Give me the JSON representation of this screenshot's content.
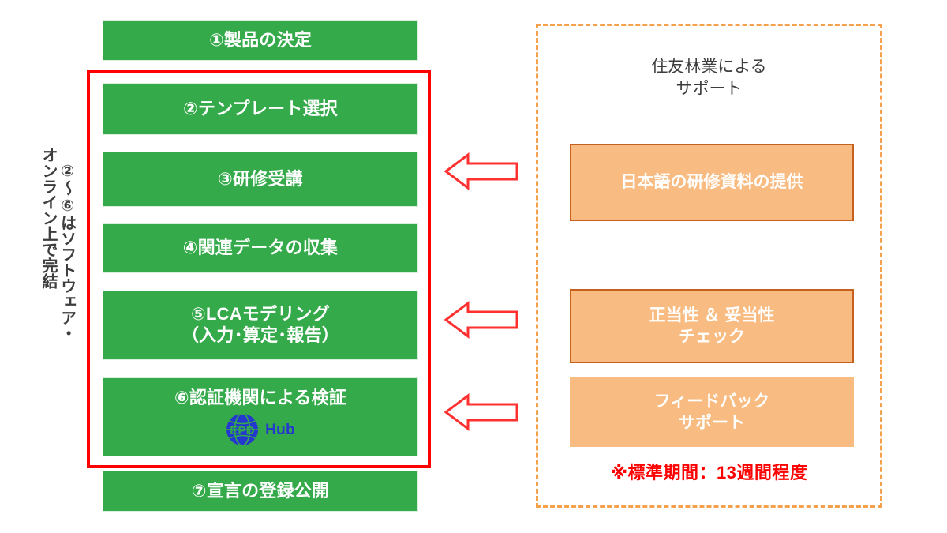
{
  "left_caption": {
    "name": "software-online-note",
    "column_right": "②～⑥はソフトウェア・",
    "column_left": "オンライン上で完結"
  },
  "process": {
    "highlight_frame_color": "#FF0000",
    "box_color": "#35AA4B",
    "steps": [
      {
        "id": "step-1",
        "label": "①製品の決定",
        "label_line2": ""
      },
      {
        "id": "step-2",
        "label": "②テンプレート選択",
        "label_line2": ""
      },
      {
        "id": "step-3",
        "label": "③研修受講",
        "label_line2": ""
      },
      {
        "id": "step-4",
        "label": "④関連データの収集",
        "label_line2": ""
      },
      {
        "id": "step-5",
        "label": "⑤LCAモデリング",
        "label_line2": "（入力･算定･報告）"
      },
      {
        "id": "step-6",
        "label": "⑥認証機関による検証",
        "label_line2": ""
      },
      {
        "id": "step-7",
        "label": "⑦宣言の登録公開",
        "label_line2": ""
      }
    ],
    "logo": {
      "name": "epd-hub-logo",
      "globe_text": "EPD",
      "word": "Hub",
      "color": "#2437CF",
      "globe_letter_color": "#35AA4B"
    }
  },
  "arrows": {
    "color": "#FF3030",
    "direction": "left",
    "items": [
      {
        "name": "arrow-to-step-3"
      },
      {
        "name": "arrow-to-step-5"
      },
      {
        "name": "arrow-to-step-6"
      }
    ]
  },
  "support": {
    "title_line1": "住友林業による",
    "title_line2": "サポート",
    "border_color": "#F5A04A",
    "box_color": "#F8BC82",
    "items": [
      {
        "id": "support-1",
        "label": "日本語の研修資料の提供",
        "label_line2": ""
      },
      {
        "id": "support-2",
        "label": "正当性 ＆ 妥当性",
        "label_line2": "チェック"
      },
      {
        "id": "support-3",
        "label": "フィードバック",
        "label_line2": "サポート"
      }
    ],
    "note": "※標準期間：13週間程度",
    "note_color": "#FF0000"
  }
}
